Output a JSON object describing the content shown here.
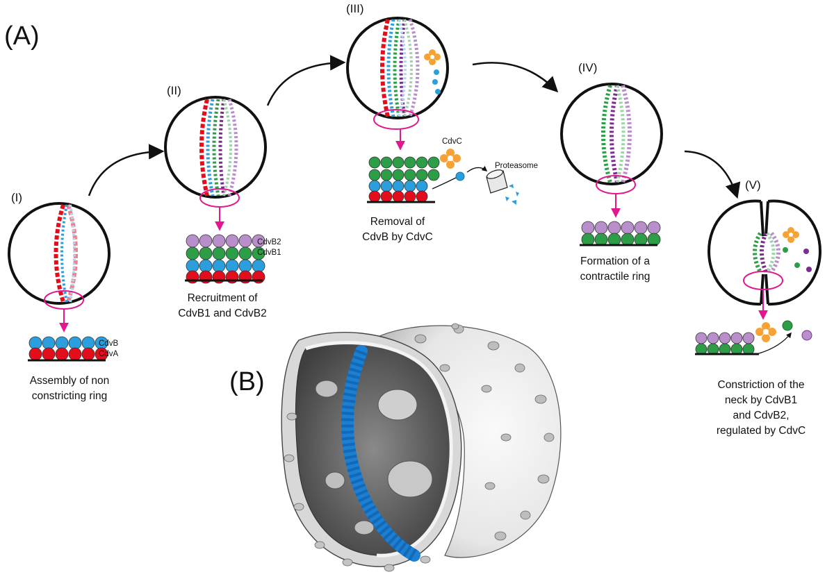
{
  "colors": {
    "cdvA": "#e30d1b",
    "cdvA_light": "#ef7f88",
    "cdvB": "#2b9ede",
    "cdvB_light": "#a9d8f2",
    "cdvB1": "#2e9d47",
    "cdvB1_light": "#9dd3a8",
    "cdvB2": "#b88fca",
    "cdvB2_dark": "#7a2d8f",
    "cdvC": "#f7a234",
    "magenta": "#e2178d",
    "esc_iii_blue": "#1c7fd2"
  },
  "panels": {
    "a": "(A)",
    "b": "(B)"
  },
  "stages": [
    {
      "numeral": "(I)",
      "caption": [
        "Assembly of non",
        "constricting ring"
      ]
    },
    {
      "numeral": "(II)",
      "caption": [
        "Recruitment of",
        "CdvB1 and CdvB2"
      ]
    },
    {
      "numeral": "(III)",
      "caption": [
        "Removal of",
        "CdvB by CdvC"
      ]
    },
    {
      "numeral": "(IV)",
      "caption": [
        "Formation of a",
        "contractile ring"
      ]
    },
    {
      "numeral": "(V)",
      "caption": [
        "Constriction of the",
        "neck by CdvB1",
        "and CdvB2,",
        "regulated by CdvC"
      ]
    }
  ],
  "labels": {
    "stage1": [
      "CdvB",
      "CdvA"
    ],
    "stage2": [
      "CdvB2",
      "CdvB1"
    ],
    "cdvc": "CdvC",
    "proteasome": "Proteasome"
  }
}
